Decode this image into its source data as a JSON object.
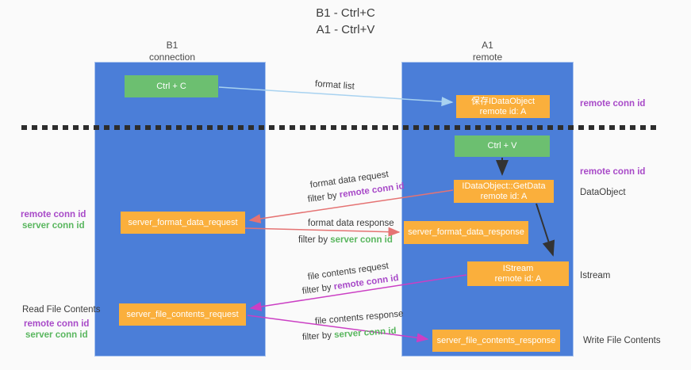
{
  "title": {
    "line1": "B1 - Ctrl+C",
    "line2": "A1 - Ctrl+V"
  },
  "columns": {
    "left": {
      "title": "B1",
      "subtitle": "connection"
    },
    "right": {
      "title": "A1",
      "subtitle": "remote"
    }
  },
  "nodes": {
    "ctrl_c": {
      "label": "Ctrl + C"
    },
    "ctrl_v": {
      "label": "Ctrl + V"
    },
    "save_idataobject": {
      "line1": "保存IDataObject",
      "line2": "remote id: A"
    },
    "idataobject_getdata": {
      "line1": "IDataObject::GetData",
      "line2": "remote id: A"
    },
    "istream": {
      "line1": "IStream",
      "line2": "remote id: A"
    },
    "server_format_data_request": {
      "label": "server_format_data_request"
    },
    "server_format_data_response": {
      "label": "server_format_data_response"
    },
    "server_file_contents_request": {
      "label": "server_file_contents_request"
    },
    "server_file_contents_response": {
      "label": "server_file_contents_response"
    }
  },
  "edge_labels": {
    "format_list": "format list",
    "format_data_request": "format data request",
    "format_data_response": "format data response",
    "file_contents_request": "file contents request",
    "file_contents_response": "file contents response",
    "filter_by": "filter by ",
    "remote_conn_id": "remote conn id",
    "server_conn_id": "server conn id"
  },
  "side_labels": {
    "left_top": {
      "remote": "remote conn id",
      "server": "server conn id"
    },
    "read_file_contents": "Read File Contents",
    "left_bottom": {
      "remote": "remote conn id",
      "server": "server conn id"
    },
    "right_top_remote": "remote conn id",
    "right_mid_remote": "remote conn id",
    "dataobject": "DataObject",
    "istream": "Istream",
    "write_file_contents": "Write File Contents"
  },
  "colors": {
    "column_blue": "#4b7ed8",
    "box_orange": "#faaf3c",
    "box_green": "#6cbf70",
    "arrow_red": "#e57373",
    "arrow_magenta": "#cb3fc4",
    "arrow_light_blue": "#a8d2f0",
    "arrow_black": "#333333",
    "label_purple": "#a84ac8",
    "label_green": "#59b65e"
  }
}
